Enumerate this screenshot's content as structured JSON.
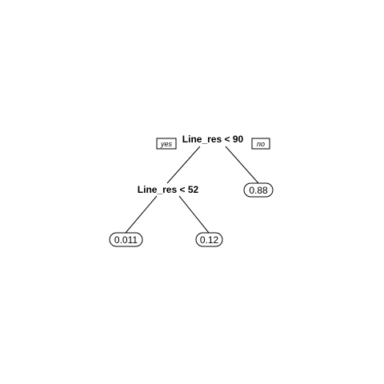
{
  "tree": {
    "root": {
      "condition": "Line_res < 90",
      "yes_tag": "yes",
      "no_tag": "no"
    },
    "inner": {
      "condition": "Line_res < 52"
    },
    "leaves": {
      "left_left": "0.011",
      "left_right": "0.12",
      "right": "0.88"
    }
  }
}
